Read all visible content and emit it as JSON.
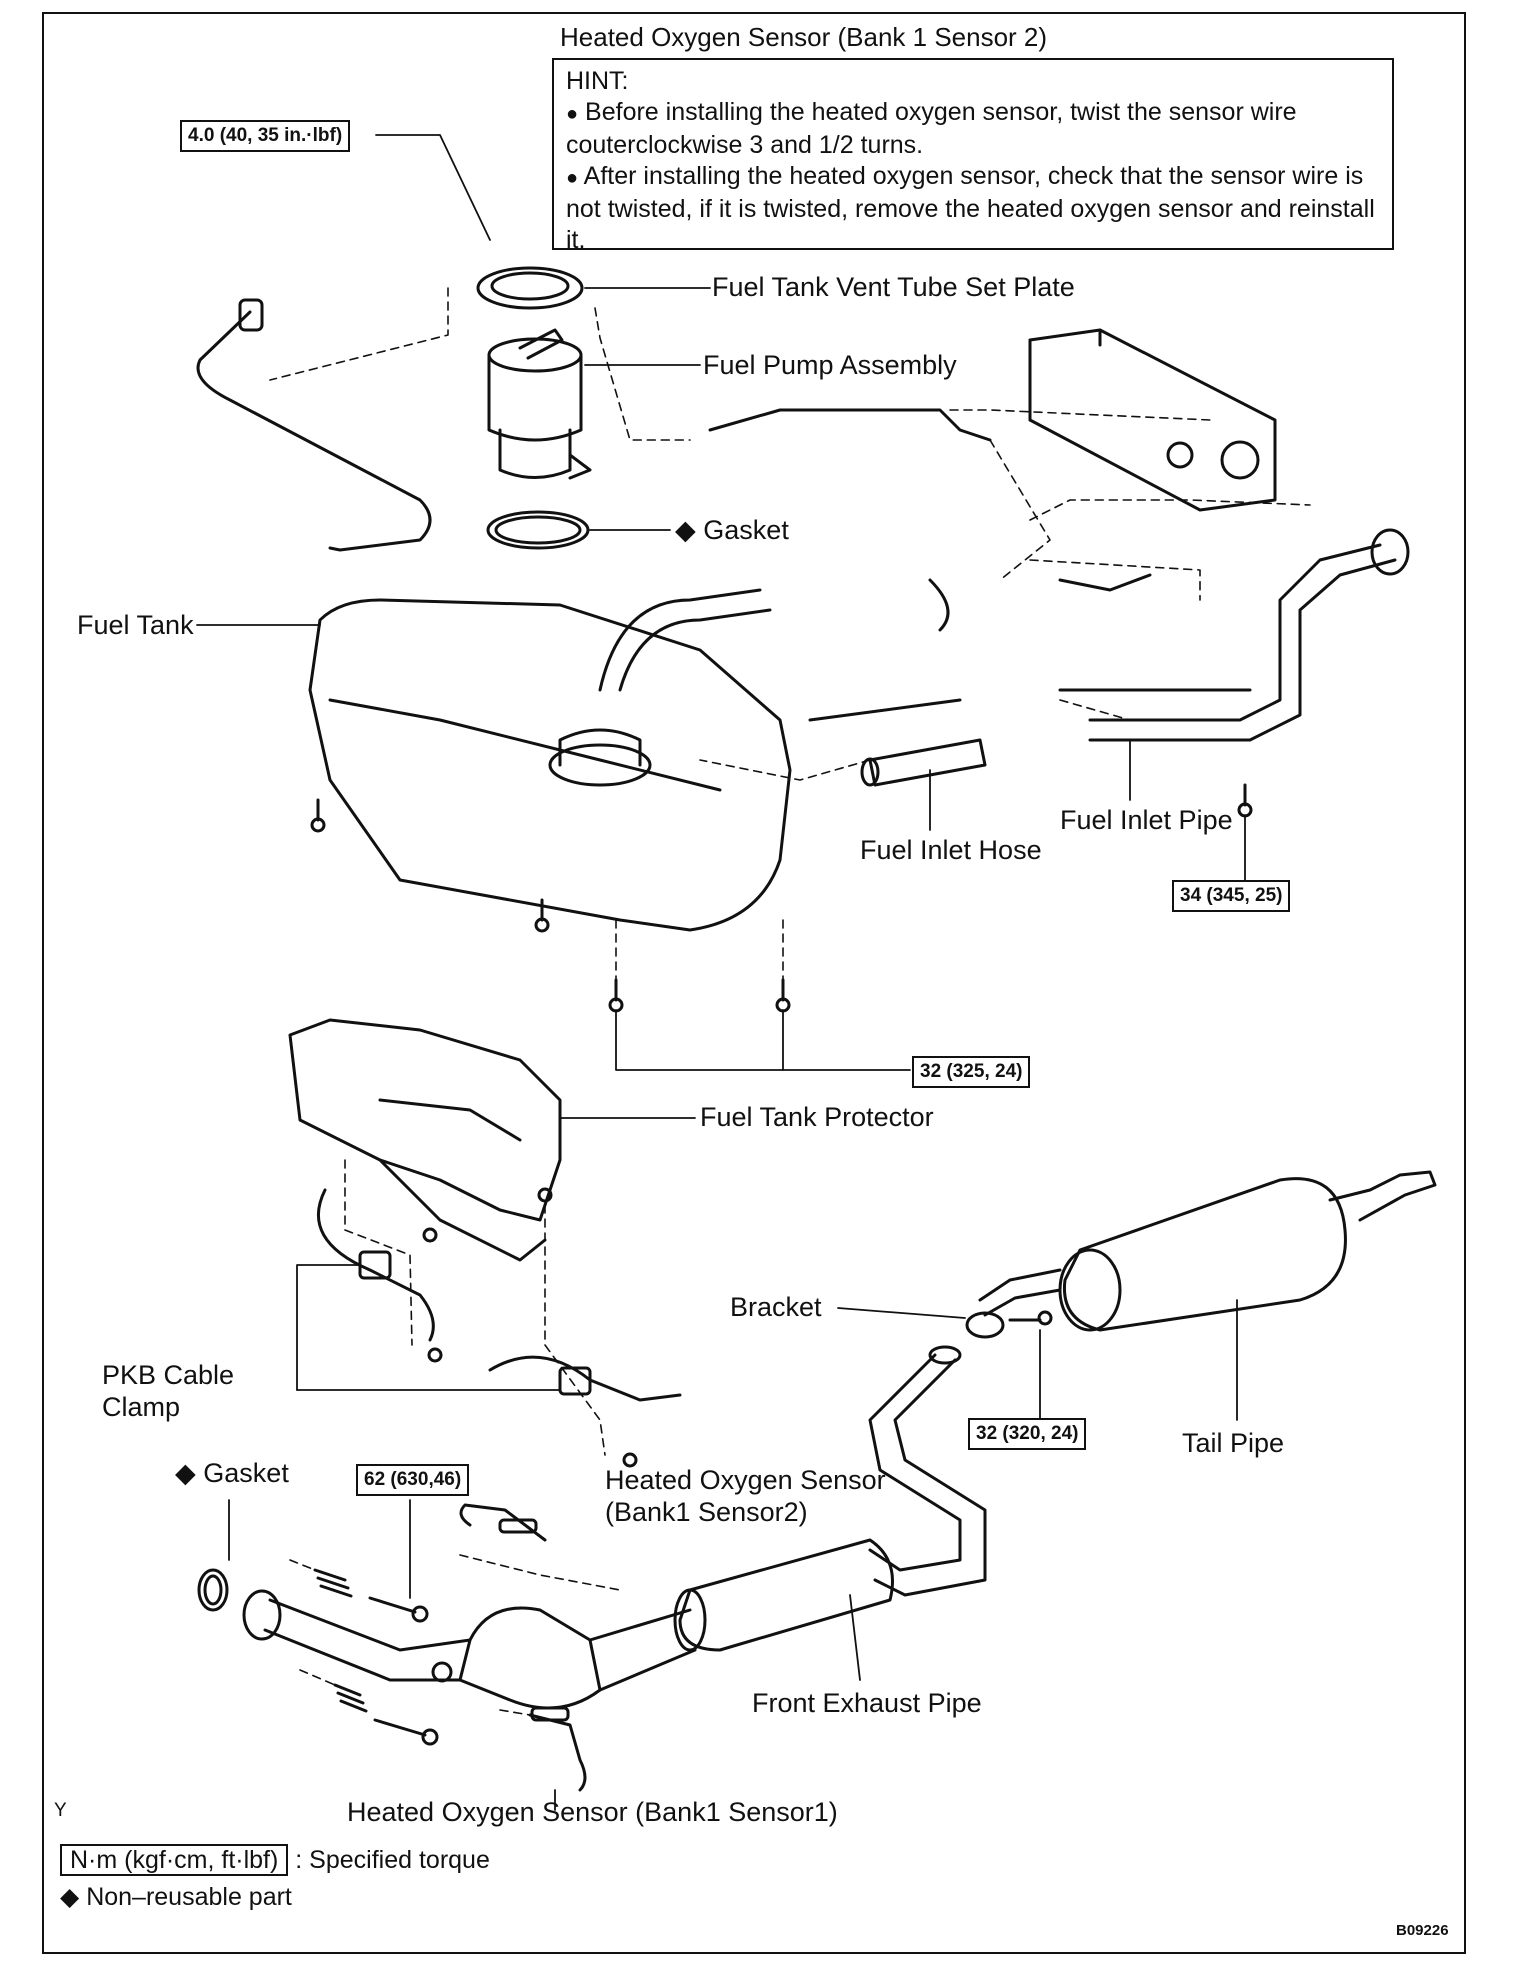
{
  "hint": {
    "title": "Heated Oxygen Sensor (Bank 1 Sensor 2)",
    "heading": "HINT:",
    "bullet_glyph": "●",
    "item1": "Before installing the heated oxygen sensor, twist the sensor wire couterclockwise 3 and 1/2 turns.",
    "item2": "After installing the heated oxygen sensor, check that the sensor wire is not twisted, if it is twisted, remove the heated oxygen sensor and reinstall it."
  },
  "parts": {
    "vent_plate": "Fuel Tank Vent Tube Set Plate",
    "pump": "Fuel Pump Assembly",
    "gasket_top": "Gasket",
    "fuel_tank": "Fuel Tank",
    "inlet_pipe": "Fuel Inlet Pipe",
    "inlet_hose": "Fuel Inlet Hose",
    "protector": "Fuel Tank Protector",
    "bracket": "Bracket",
    "pkb_line1": "PKB Cable",
    "pkb_line2": "Clamp",
    "tail_pipe": "Tail Pipe",
    "gasket_bottom": "Gasket",
    "ho2s_b1s2_line1": "Heated Oxygen Sensor",
    "ho2s_b1s2_line2": "(Bank1 Sensor2)",
    "front_exhaust": "Front Exhaust Pipe",
    "ho2s_b1s1": "Heated Oxygen Sensor (Bank1 Sensor1)"
  },
  "torque": {
    "t1": "4.0 (40, 35 in.·lbf)",
    "t2": "34 (345, 25)",
    "t3": "32 (325, 24)",
    "t4": "32 (320, 24)",
    "t5": "62 (630,46)"
  },
  "legend": {
    "torque_unit": "N·m (kgf·cm, ft·lbf)",
    "torque_desc": ": Specified torque",
    "nonreusable_glyph": "◆",
    "nonreusable_desc": "Non–reusable part"
  },
  "figure_code": "B09226",
  "corner_mark": "Y"
}
